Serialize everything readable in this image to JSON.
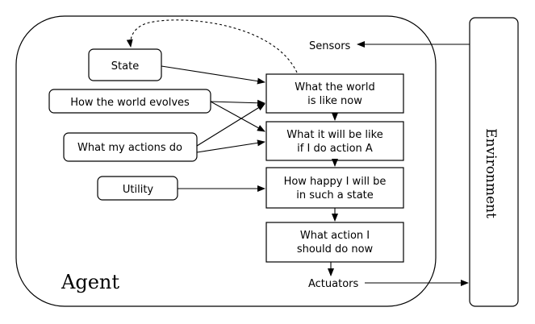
{
  "agent_label": "Agent",
  "environment_label": "Environment",
  "sensors_label": "Sensors",
  "actuators_label": "Actuators",
  "inputs": {
    "state": "State",
    "world_evolves": "How the world evolves",
    "actions_do": "What my actions do",
    "utility": "Utility"
  },
  "pipeline": {
    "world_now": [
      "What the world",
      "is like now"
    ],
    "action_effect": [
      "What it will be like",
      "if I do action A"
    ],
    "happiness": [
      "How happy I will be",
      "in such a state"
    ],
    "decision": [
      "What action I",
      "should do now"
    ]
  }
}
